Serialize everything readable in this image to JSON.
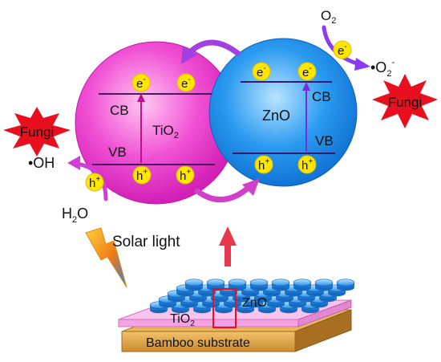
{
  "left_sphere": {
    "band_top": "CB",
    "band_bottom": "VB",
    "material": "TiO",
    "material_sub": "2",
    "electron": "e",
    "electron_sup": "-",
    "hole": "h",
    "hole_sup": "+"
  },
  "right_sphere": {
    "band_top": "CB",
    "band_bottom": "VB",
    "material": "ZnO",
    "electron": "e",
    "electron_sup": "-",
    "hole": "h",
    "hole_sup": "+"
  },
  "oxygen": {
    "text": "O",
    "sub": "2"
  },
  "free_electron": {
    "text": "e",
    "sup": "-"
  },
  "superoxide": {
    "text": "•O",
    "sub": "2",
    "sup": "-"
  },
  "hydroxyl": {
    "text": "•OH"
  },
  "free_hole": {
    "text": "h",
    "sup": "+"
  },
  "water": {
    "text": "H",
    "sub": "2",
    "tail": "O"
  },
  "fungi_left": "Fungi",
  "fungi_right": "Fungi",
  "solar_label": "Solar light",
  "layers": {
    "zno": "ZnO",
    "tio2": "TiO",
    "tio2_sub": "2",
    "substrate": "Bamboo substrate"
  },
  "colors": {
    "tio2_sphere": "#e830c8",
    "zno_sphere": "#1e8ee8",
    "particle": "#ffe600",
    "fungi": "#e8101e",
    "arrow_magenta": "#d040d8",
    "arrow_violet": "#8a3cf0",
    "up_arrow": "#e8384e",
    "substrate": "#d9a046"
  }
}
